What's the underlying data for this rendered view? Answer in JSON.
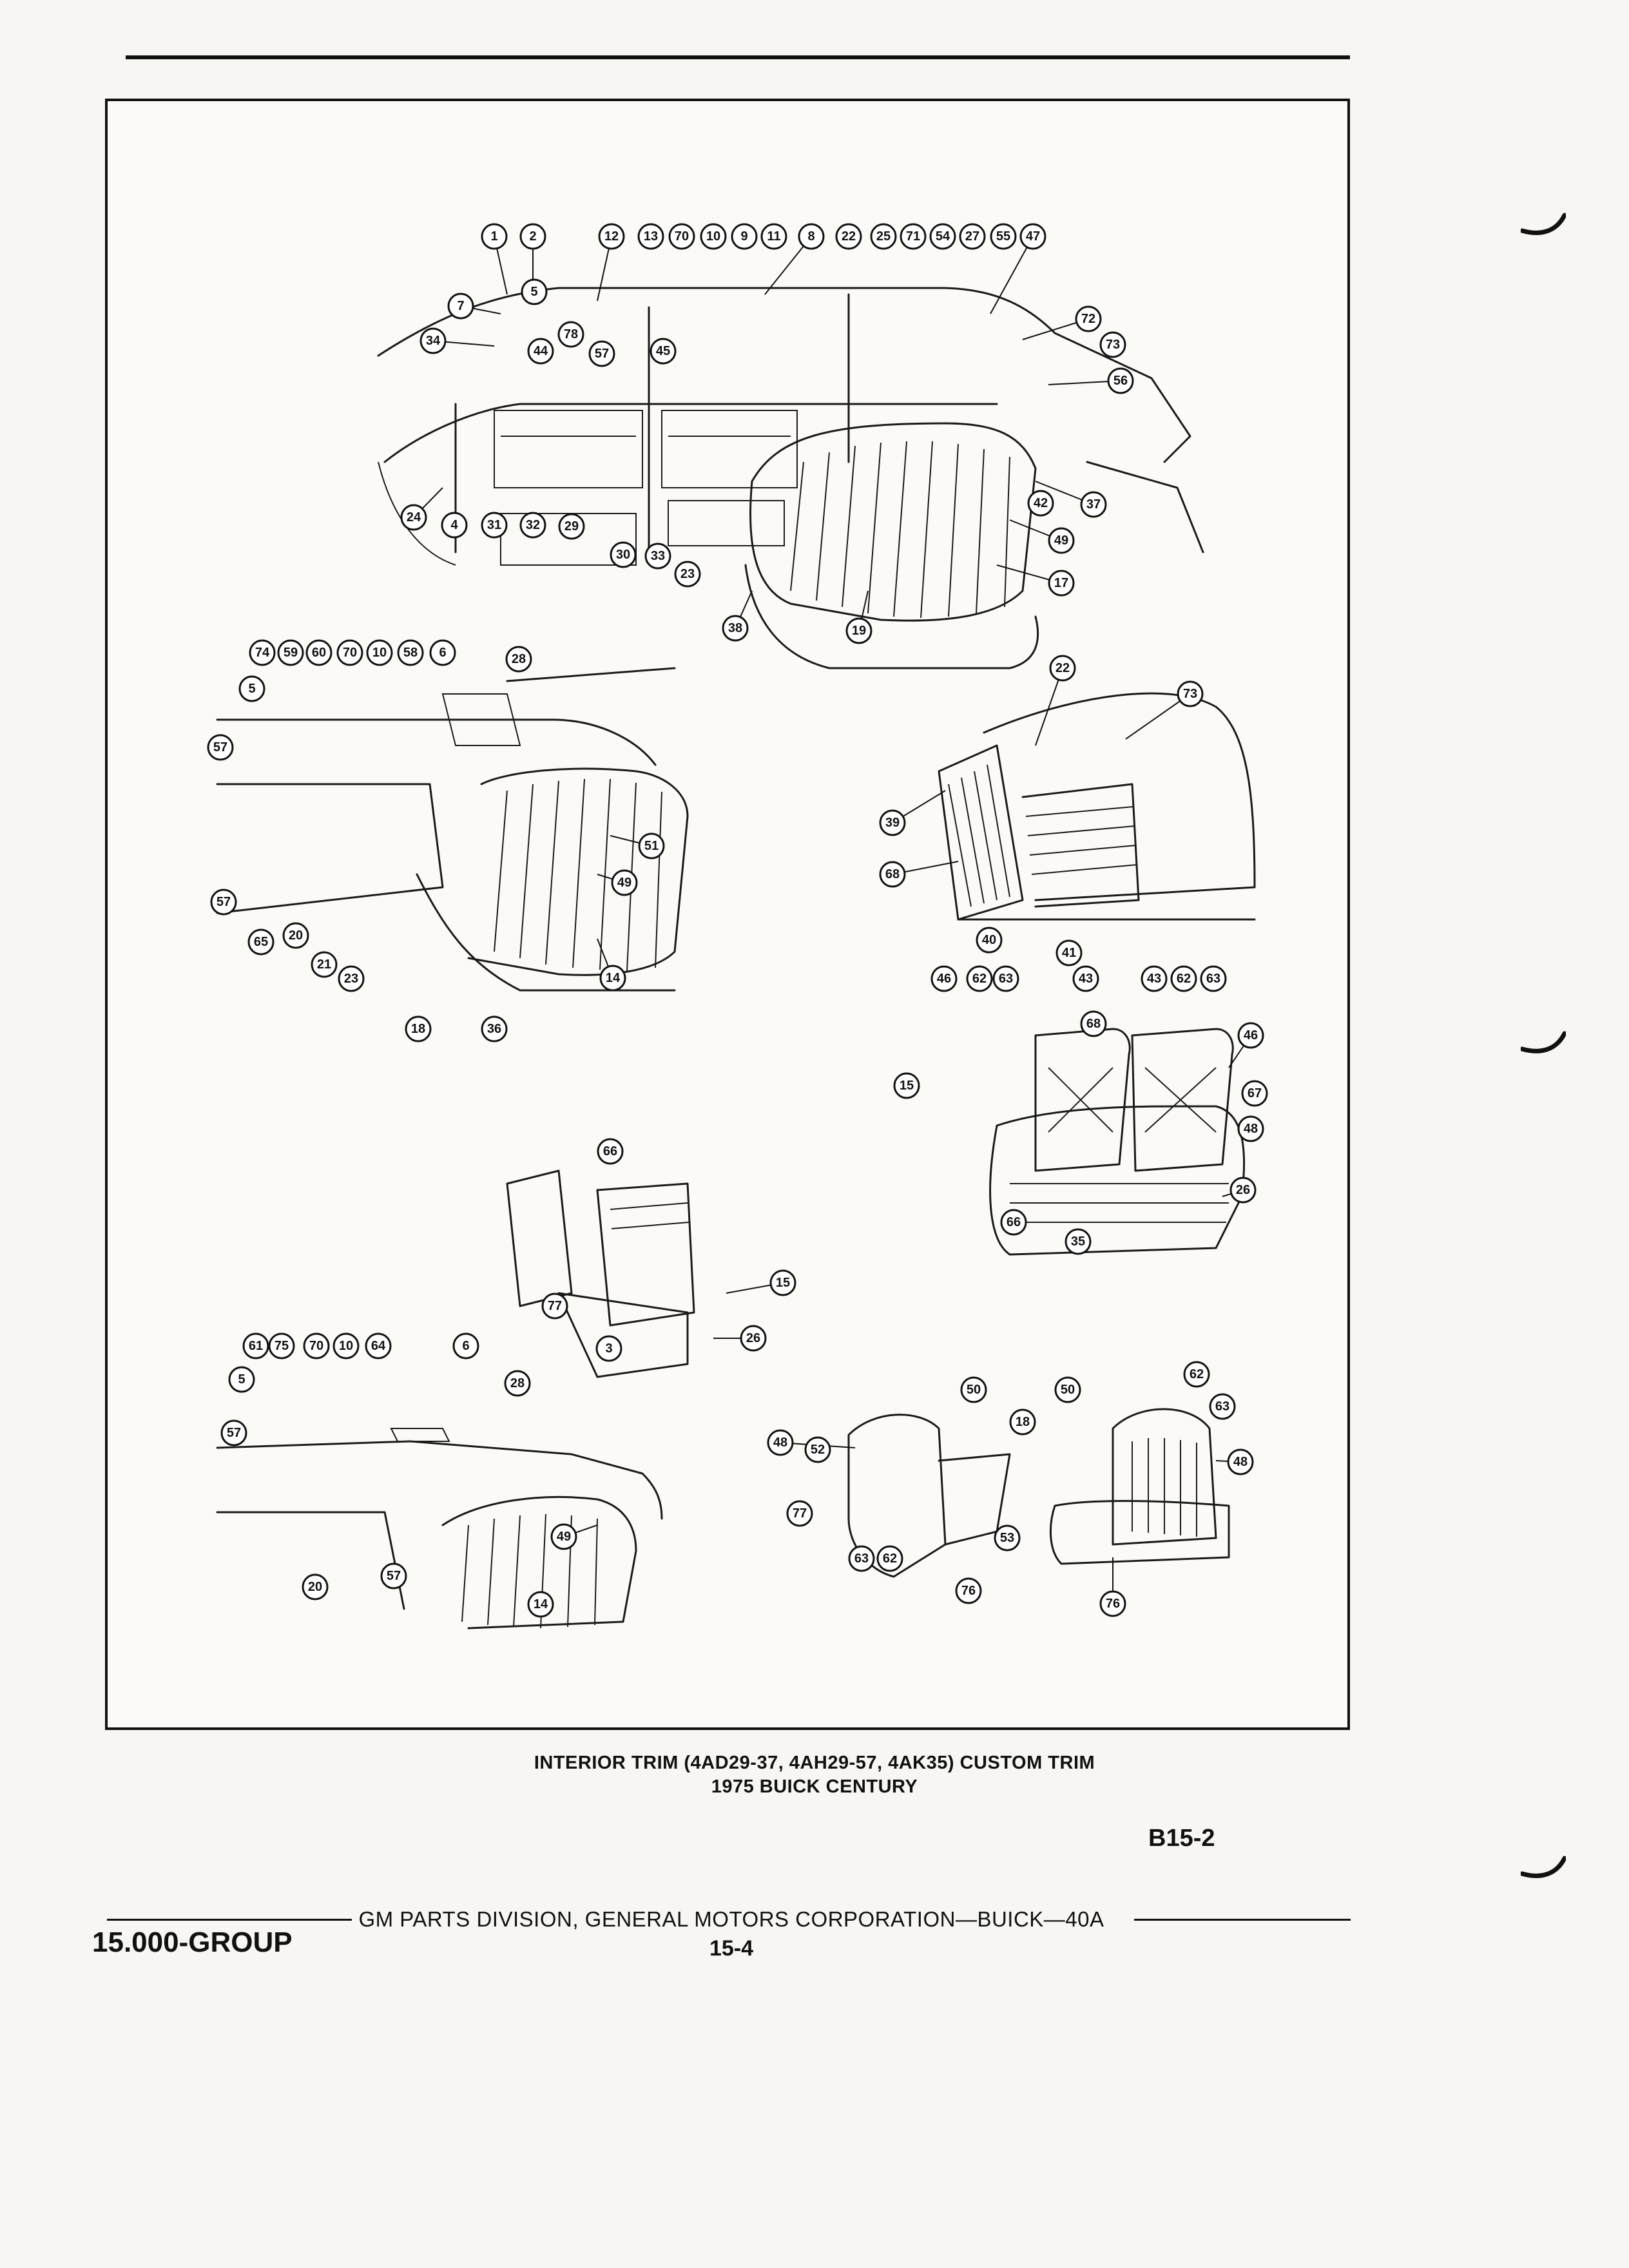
{
  "diagram": {
    "callouts_view1": [
      "1",
      "2",
      "12",
      "13",
      "70",
      "10",
      "9",
      "11",
      "8",
      "22",
      "25",
      "71",
      "54",
      "27",
      "55",
      "47",
      "7",
      "5",
      "34",
      "44",
      "78",
      "57",
      "45",
      "72",
      "73",
      "56",
      "37",
      "42",
      "49",
      "17",
      "24",
      "4",
      "31",
      "32",
      "29",
      "30",
      "33",
      "23",
      "38",
      "19"
    ],
    "callouts_view2": [
      "74",
      "59",
      "60",
      "70",
      "10",
      "58",
      "6",
      "28",
      "5",
      "57",
      "51",
      "49",
      "57",
      "65",
      "20",
      "21",
      "23",
      "14",
      "18",
      "36"
    ],
    "callouts_view3": [
      "22",
      "73",
      "39",
      "68",
      "40",
      "41"
    ],
    "callouts_view4": [
      "46",
      "62",
      "63",
      "43",
      "43",
      "62",
      "63",
      "68",
      "46",
      "15",
      "67",
      "48",
      "26",
      "66",
      "35"
    ],
    "callouts_view5": [
      "66",
      "15",
      "77",
      "26",
      "3"
    ],
    "callouts_view6": [
      "61",
      "75",
      "70",
      "10",
      "64",
      "6",
      "5",
      "28",
      "57",
      "49",
      "20",
      "57",
      "14"
    ],
    "callouts_view7": [
      "50",
      "48",
      "52",
      "18",
      "77",
      "63",
      "62",
      "76",
      "50",
      "62",
      "63",
      "48",
      "53",
      "76"
    ]
  },
  "caption": {
    "line1": "INTERIOR TRIM (4AD29-37, 4AH29-57, 4AK35) CUSTOM TRIM",
    "line2": "1975 BUICK CENTURY"
  },
  "page_code": "B15-2",
  "footer": {
    "group": "15.000-GROUP",
    "publisher": "GM PARTS DIVISION, GENERAL MOTORS CORPORATION—BUICK—40A",
    "page": "15-4"
  }
}
